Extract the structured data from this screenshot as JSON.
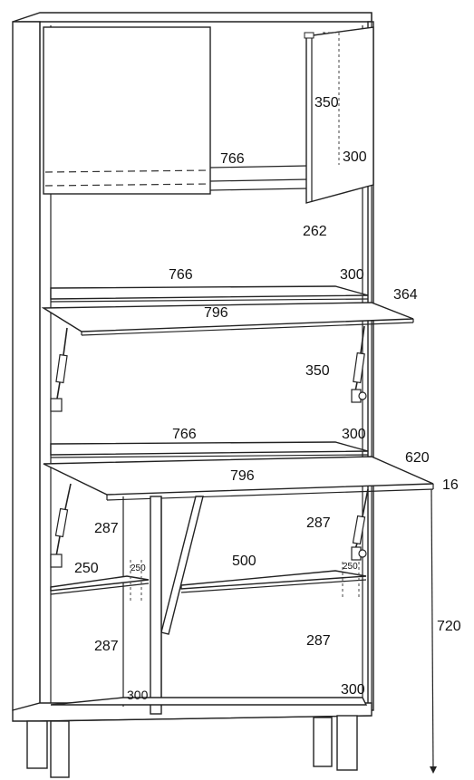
{
  "dimensions": {
    "top_door_height": "350",
    "top_depth": "300",
    "top_shelf_width": "766",
    "upper_gap": "262",
    "mid_shelf_width": "766",
    "mid_depth": "300",
    "upper_flap_depth": "364",
    "upper_flap_width": "796",
    "mid_height": "350",
    "lower_shelf_width": "766",
    "lower_depth": "300",
    "desk_depth": "620",
    "desk_width": "796",
    "desk_thickness": "16",
    "left_upper_height": "287",
    "right_upper_height": "287",
    "small_shelf_left": "250",
    "small_shelf_left_depth": "250",
    "small_shelf_right": "500",
    "small_shelf_right_depth": "250",
    "desk_height": "720",
    "left_lower_height": "287",
    "right_lower_height": "287",
    "bottom_depth_left": "300",
    "bottom_depth_right": "300"
  }
}
